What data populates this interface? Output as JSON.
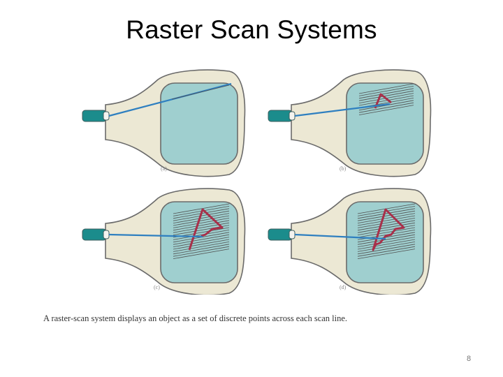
{
  "slide": {
    "title": "Raster Scan Systems",
    "caption": "A raster-scan system displays an object as a set of discrete points across each scan line.",
    "slide_number": "8"
  },
  "panels": [
    {
      "label": "(a)"
    },
    {
      "label": "(b)"
    },
    {
      "label": "(c)"
    },
    {
      "label": "(d)"
    }
  ],
  "colors": {
    "tube_body": "#ece8d4",
    "tube_outline": "#6a6a6a",
    "screen": "#9fcfcf",
    "gun": "#1b8c8c",
    "beam": "#2e7fc0",
    "object": "#a8304a",
    "scan_lines": "#505050"
  }
}
